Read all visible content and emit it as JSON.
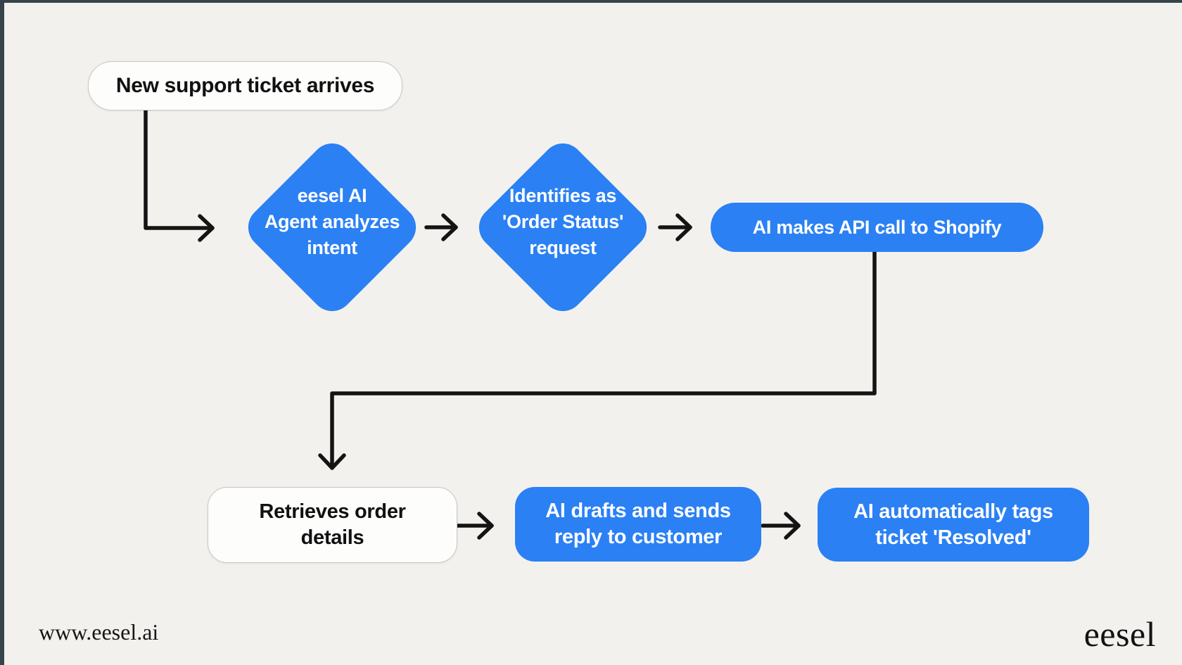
{
  "theme": {
    "background": "#f3f1ee",
    "border_edge": "#35444a",
    "node_blue": "#2b80f4",
    "node_white": "#fdfdfc",
    "text_dark": "#111111",
    "text_light": "#ffffff",
    "arrow": "#141414"
  },
  "flow": {
    "start": {
      "label": "New support ticket arrives"
    },
    "analyze": {
      "lines": [
        "eesel AI",
        "Agent analyzes",
        "intent"
      ]
    },
    "identify": {
      "lines": [
        "Identifies as",
        "'Order Status'",
        "request"
      ]
    },
    "api": {
      "label": "AI makes API call to Shopify"
    },
    "retrieve": {
      "lines": [
        "Retrieves order",
        "details"
      ]
    },
    "draft": {
      "lines": [
        "AI drafts and sends",
        "reply to customer"
      ]
    },
    "tag": {
      "lines": [
        "AI automatically tags",
        "ticket 'Resolved'"
      ]
    },
    "edges": [
      {
        "from": "start",
        "to": "analyze"
      },
      {
        "from": "analyze",
        "to": "identify"
      },
      {
        "from": "identify",
        "to": "api"
      },
      {
        "from": "api",
        "to": "retrieve"
      },
      {
        "from": "retrieve",
        "to": "draft"
      },
      {
        "from": "draft",
        "to": "tag"
      }
    ]
  },
  "footer": {
    "website": "www.eesel.ai",
    "brand": "eesel"
  }
}
